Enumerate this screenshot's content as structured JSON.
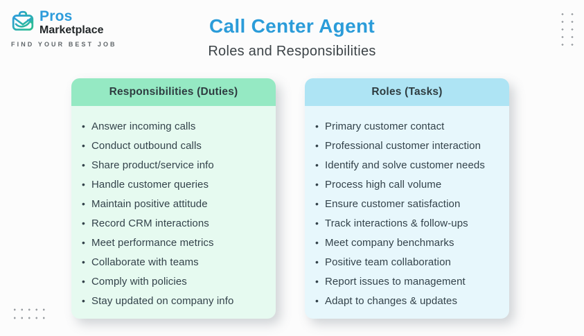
{
  "brand": {
    "name_primary": "Pros",
    "name_secondary": "Marketplace",
    "tagline": "FIND YOUR BEST JOB"
  },
  "header": {
    "title": "Call Center Agent",
    "subtitle": "Roles and Responsibilities"
  },
  "cards": {
    "responsibilities": {
      "title": "Responsibilities (Duties)",
      "items": [
        "Answer incoming calls",
        "Conduct outbound calls",
        "Share product/service info",
        "Handle customer queries",
        "Maintain positive attitude",
        "Record CRM interactions",
        "Meet performance metrics",
        "Collaborate with teams",
        "Comply with policies",
        "Stay updated on company info"
      ]
    },
    "roles": {
      "title": "Roles (Tasks)",
      "items": [
        "Primary customer contact",
        "Professional customer interaction",
        "Identify and solve customer needs",
        "Process high call volume",
        "Ensure customer satisfaction",
        "Track interactions & follow-ups",
        "Meet company benchmarks",
        "Positive team collaboration",
        "Report issues to management",
        "Adapt to changes & updates"
      ]
    }
  },
  "colors": {
    "title_accent": "#2B9CD9",
    "subtitle_text": "#3C4347",
    "green_header": "#95E9C3",
    "green_body": "#E6FAF0",
    "blue_header": "#AEE4F4",
    "blue_body": "#E7F7FC",
    "list_text": "#33424A",
    "logo_blue": "#2D9CDB",
    "logo_green": "#2BBF8E",
    "tagline_gray": "#5F6569",
    "dots_gray": "#9B9FA3"
  },
  "icons": {
    "brand_icon": "briefcase-arrow-icon"
  }
}
